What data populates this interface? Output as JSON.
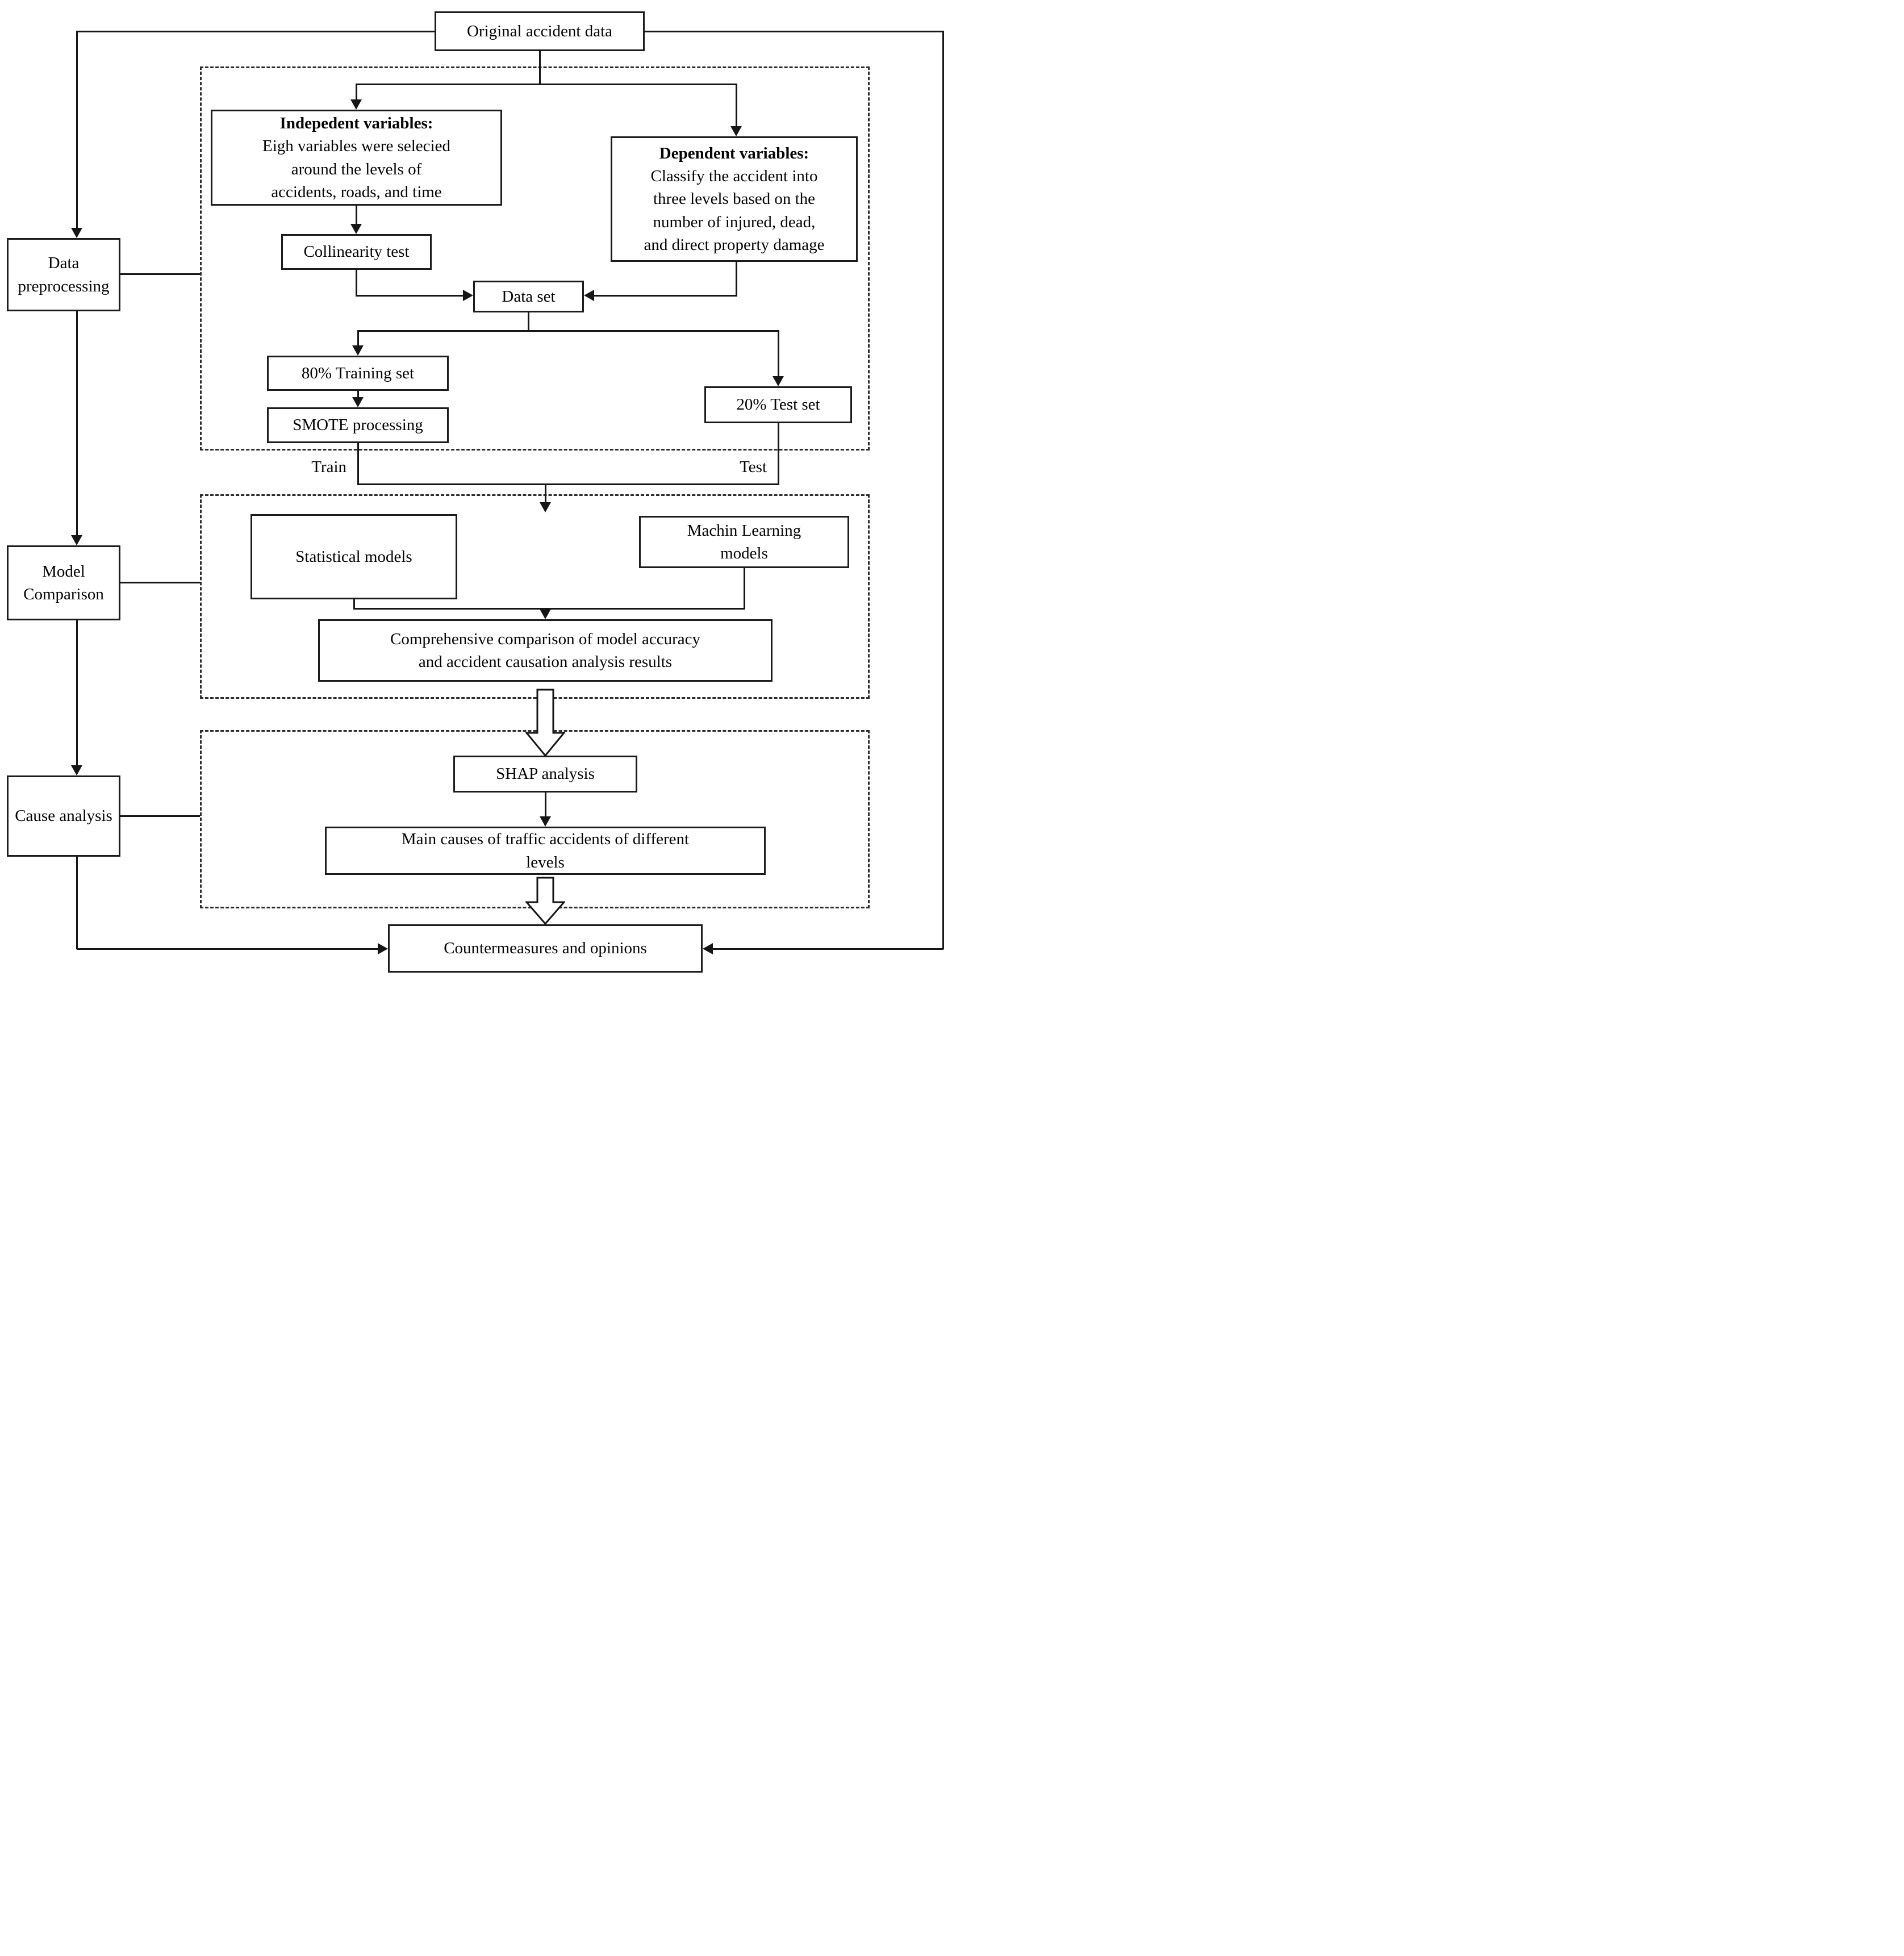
{
  "colors": {
    "line": "#161616",
    "background": "#ffffff",
    "text": "#050505"
  },
  "flow": {
    "original": "Original accident data",
    "independent": {
      "title": "Indepedent variables:",
      "body": [
        "Eigh variables were selecied",
        "around the levels of",
        "accidents, roads, and time"
      ]
    },
    "dependent": {
      "title": "Dependent variables:",
      "body": [
        "Classify the accident into",
        "three levels based on the",
        "number of injured, dead,",
        "and direct property damage"
      ]
    },
    "collinearity": "Collinearity test",
    "data_set": "Data set",
    "training_set": "80% Training set",
    "smote": "SMOTE processing",
    "test_set": "20% Test set",
    "train_label": "Train",
    "test_label": "Test",
    "statistical": "Statistical models",
    "machine_learning": [
      "Machin Learning",
      "models"
    ],
    "comparison": [
      "Comprehensive comparison of model accuracy",
      "and accident causation analysis results"
    ],
    "shap": "SHAP analysis",
    "main_causes": [
      "Main causes of traffic accidents of different",
      "levels"
    ],
    "countermeasures": "Countermeasures and opinions"
  },
  "stages": {
    "preprocessing": [
      "Data",
      "preprocessing"
    ],
    "model_comparison": [
      "Model",
      "Comparison"
    ],
    "cause_analysis": "Cause analysis"
  }
}
